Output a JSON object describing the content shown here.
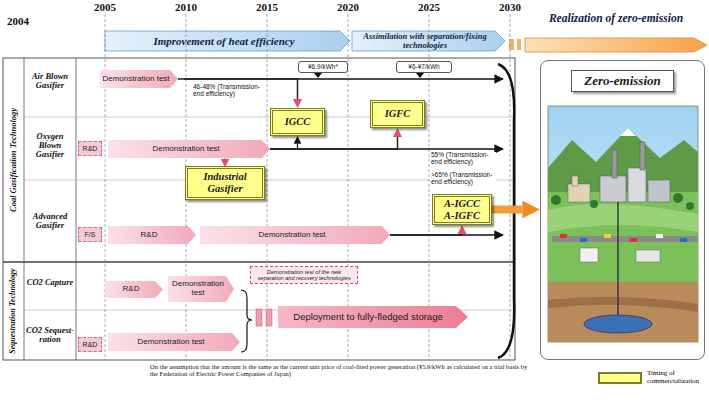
{
  "diagram": {
    "nodes": [
      {
        "text": [
          "Improvement of heat efficiency"
        ]
      },
      {
        "text": [
          "Assimilation with separation/fixing technologies"
        ]
      },
      {
        "text": [
          "Realization of zero-emission"
        ]
      },
      {
        "text": [
          "Demonstration test"
        ]
      },
      {
        "text": [
          "R&D"
        ]
      },
      {
        "text": [
          "Demonstration test"
        ]
      },
      {
        "text": [
          "F/S"
        ]
      },
      {
        "text": [
          "R&D"
        ]
      },
      {
        "text": [
          "Demonstration test"
        ]
      },
      {
        "text": [
          "IGCC"
        ]
      },
      {
        "text": [
          "IGFC"
        ]
      },
      {
        "text": [
          "Industrial Gasifier"
        ]
      },
      {
        "text": [
          "A-IGCC A-IGFC"
        ]
      },
      {
        "text": [
          "¥6.9/kWh*"
        ]
      },
      {
        "text": [
          "¥6-¥7/kWh"
        ]
      },
      {
        "text": [
          "R&D"
        ]
      },
      {
        "text": [
          "Demonstration test"
        ]
      },
      {
        "text": [
          "Demonstration test of the new separation and recovery technologies"
        ]
      },
      {
        "text": [
          "R&D"
        ]
      },
      {
        "text": [
          "Demonstration test"
        ]
      },
      {
        "text": [
          "Deployment to fully-fledged storage"
        ]
      },
      {
        "text": [
          "Zero-emission"
        ]
      }
    ],
    "edges": [
      {
        "from": 3,
        "to": 9,
        "arrow": "to"
      },
      {
        "from": 5,
        "to": 11,
        "arrow": "to"
      },
      {
        "from": 5,
        "to": 9,
        "arrow": "to"
      },
      {
        "from": 5,
        "to": 10,
        "arrow": "to"
      },
      {
        "from": 8,
        "to": 12,
        "arrow": "to"
      },
      {
        "from": 12,
        "to": 21,
        "arrow": "to"
      }
    ],
    "labels": [
      "2004",
      "2005",
      "2010",
      "2015",
      "2020",
      "2025",
      "2030",
      "Coal Gasification Technology",
      "Air Blown Gasifier",
      "Oxygen Blown Gasifier",
      "Advanced Gasifier",
      "Sequestration Technology",
      "CO2 Capture",
      "CO2 Sequest-ration",
      "46-48% (Transmission-end efficiency)",
      "55% (Transmission-end efficiency)",
      ">65% (Transmission-end efficiency)",
      "On the assumption that the amount is the same as the current unit price of coal-fired power generation (¥5.9/kWh as calculated on a trial basis by the Federation of Electric Power Companies of Japan)"
    ],
    "legend": [
      {
        "text": "Timing of commercialization",
        "color": "#ffff8c"
      }
    ]
  }
}
